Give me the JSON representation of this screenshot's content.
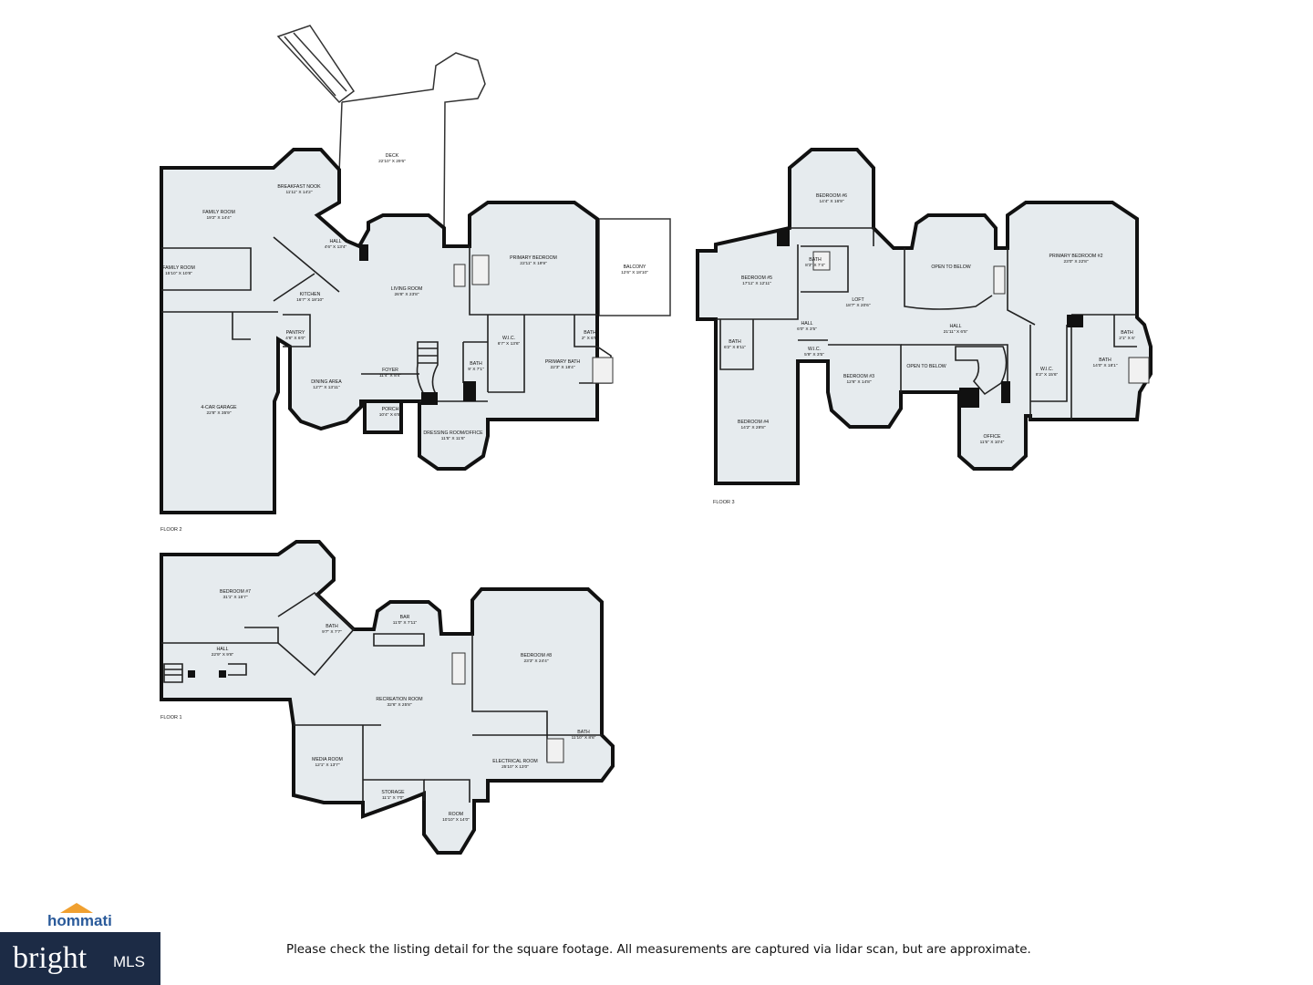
{
  "disclaimer": "Please check the listing detail for the square footage. All measurements are captured via lidar scan, but are approximate.",
  "logos": {
    "top_brand": "hommati",
    "bottom_brand_word": "bright",
    "bottom_brand_suffix": "MLS"
  },
  "floors": [
    {
      "label": "FLOOR 2",
      "rooms": [
        {
          "name": "DECK",
          "dims": "22'10\" X 29'6\""
        },
        {
          "name": "BREAKFAST NOOK",
          "dims": "11'11\" X 14'2\""
        },
        {
          "name": "FAMILY ROOM",
          "dims": "19'2\" X 14'4\""
        },
        {
          "name": "HALL",
          "dims": "4'6\" X 13'4\""
        },
        {
          "name": "FAMILY ROOM",
          "dims": "15'10\" X 10'8\""
        },
        {
          "name": "KITCHEN",
          "dims": "16'7\" X 18'10\""
        },
        {
          "name": "PANTRY",
          "dims": "4'6\" X 6'0\""
        },
        {
          "name": "LIVING ROOM",
          "dims": "26'8\" X 23'8\""
        },
        {
          "name": "PRIMARY BEDROOM",
          "dims": "22'11\" X 19'9\""
        },
        {
          "name": "BALCONY",
          "dims": "12'6\" X 18'10\""
        },
        {
          "name": "4-CAR GARAGE",
          "dims": "22'8\" X 35'9\""
        },
        {
          "name": "DINING AREA",
          "dims": "12'7\" X 13'11\""
        },
        {
          "name": "FOYER",
          "dims": "11'4\" X 8'4\""
        },
        {
          "name": "PORCH",
          "dims": "10'4\" X 6'9\""
        },
        {
          "name": "BATH",
          "dims": "9' X 7'1\""
        },
        {
          "name": "W.I.C.",
          "dims": "6'7\" X 13'6\""
        },
        {
          "name": "PRIMARY BATH",
          "dims": "22'3\" X 18'4\""
        },
        {
          "name": "BATH",
          "dims": "2\" X 6'5\""
        },
        {
          "name": "DRESSING ROOM/OFFICE",
          "dims": "11'5\" X 11'6\""
        }
      ]
    },
    {
      "label": "FLOOR 3",
      "rooms": [
        {
          "name": "BEDROOM #6",
          "dims": "14'4\" X 16'9\""
        },
        {
          "name": "BEDROOM #5",
          "dims": "17'11\" X 12'11\""
        },
        {
          "name": "BATH",
          "dims": "8'3\" X 7'4\""
        },
        {
          "name": "OPEN TO BELOW",
          "dims": ""
        },
        {
          "name": "PRIMARY BEDROOM #2",
          "dims": "23'0\" X 22'8\""
        },
        {
          "name": "LOFT",
          "dims": "18'7\" X 20'6\""
        },
        {
          "name": "HALL",
          "dims": "21'11\" X 6'5\""
        },
        {
          "name": "BATH",
          "dims": "6'2\" X 8'11\""
        },
        {
          "name": "HALL",
          "dims": "6'0\" X 3'5\""
        },
        {
          "name": "W.I.C.",
          "dims": "5'9\" X 3'5\""
        },
        {
          "name": "BEDROOM #3",
          "dims": "12'6\" X 14'8\""
        },
        {
          "name": "OPEN TO BELOW",
          "dims": ""
        },
        {
          "name": "W.I.C.",
          "dims": "8'2\" X 15'6\""
        },
        {
          "name": "BATH",
          "dims": "14'0\" X 18'1\""
        },
        {
          "name": "BATH",
          "dims": "2'1\" X 6'"
        },
        {
          "name": "BEDROOM #4",
          "dims": "14'2\" X 29'8\""
        },
        {
          "name": "OFFICE",
          "dims": "11'5\" X 10'4\""
        }
      ]
    },
    {
      "label": "FLOOR 1",
      "rooms": [
        {
          "name": "BEDROOM #7",
          "dims": "31'1\" X 15'7\""
        },
        {
          "name": "BATH",
          "dims": "9'7\" X 7'7\""
        },
        {
          "name": "BAR",
          "dims": "11'0\" X 7'11\""
        },
        {
          "name": "BEDROOM #8",
          "dims": "23'3\" X 24'4\""
        },
        {
          "name": "HALL",
          "dims": "22'9\" X 9'8\""
        },
        {
          "name": "RECREATION ROOM",
          "dims": "32'6\" X 25'8\""
        },
        {
          "name": "BATH",
          "dims": "11'10\" X 8'6\""
        },
        {
          "name": "MEDIA ROOM",
          "dims": "12'1\" X 13'7\""
        },
        {
          "name": "ELECTRICAL ROOM",
          "dims": "25'10\" X 13'0\""
        },
        {
          "name": "STORAGE",
          "dims": "11'1\" X 7'0\""
        },
        {
          "name": "ROOM",
          "dims": "10'10\" X 14'0\""
        }
      ]
    }
  ]
}
